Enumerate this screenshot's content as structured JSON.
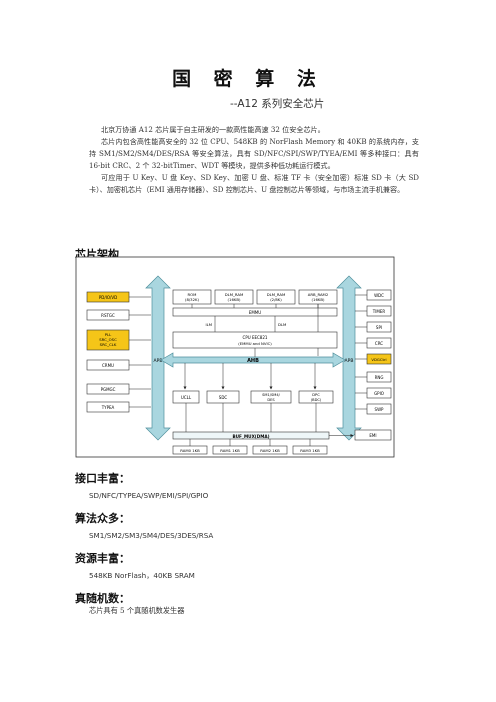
{
  "document": {
    "title": "国 密 算 法",
    "subtitle": "--A12 系列安全芯片",
    "intro_paragraphs": [
      "北京万协通 A12 芯片属于自主研发的一款高性能高速 32 位安全芯片。",
      "芯片内包含高性能高安全的 32 位 CPU、548KB 的 NorFlash Memory 和 40KB 的系统内存，支持 SM1/SM2/SM4/DES/RSA 等安全算法，具有 SD/NFC/SPI/SWP/TYEA/EMI 等多种接口：具有 16-bit CRC、2 个 32-bitTimer、WDT 等模块，提供多种低功耗运行模式。",
      "可应用于 U Key、U 盘 Key、SD Key、加密 U 盘、标准 TF 卡（安全加密）标准 SD 卡（大 SD 卡）、加密机芯片（EMI 通用存储器）、SD 控制芯片、U 盘控制芯片等领域，与市场主流手机兼容。"
    ],
    "sections": [
      {
        "heading": "芯片架构"
      },
      {
        "heading": "接口丰富：",
        "text": "SD/NFC/TYPEA/SWP/EMI/SPI/GPIO"
      },
      {
        "heading": "算法众多：",
        "text": "SM1/SM2/SM3/SM4/DES/3DES/RSA"
      },
      {
        "heading": "资源丰富：",
        "text": "548KB NorFlash，40KB SRAM"
      },
      {
        "heading": "真随机数：",
        "text": "芯片具有 5 个真随机数发生器"
      }
    ]
  },
  "diagram": {
    "left_blocks": [
      "PD/IO/VD",
      "RSTGC",
      "PLL\nSRC_OSC\nSRC_CLK",
      "CRMU",
      "PGMGC",
      "TYPEA"
    ],
    "right_blocks": [
      "WDC",
      "TIMER",
      "SPI",
      "CRC",
      "VDGCtrl",
      "RNG",
      "GPIO",
      "SWP"
    ],
    "top_blocks": [
      "ROM\n(8/32K)",
      "DLM_RAM\n(16KB)",
      "DLM_RAM\n(2/8K)",
      "ARB_RAM2\n(16KB)"
    ],
    "emmu": "EMMU",
    "ilm": "ILM",
    "dlm": "DLM",
    "cpu": "CPU EEC821\n(EMMU and NVIC)",
    "ahb": "AHB",
    "lower_blocks": [
      "UCLL",
      "SDC",
      "SM1/SM4/\nDES",
      "DPC\n(BDC)"
    ],
    "apb_left": "APB",
    "apb_right": "APB",
    "bus_mux": "BUF_MUX(DMA)",
    "emi": "EMI",
    "ram_blocks": [
      "RAM0 1KB",
      "RAM1 1KB",
      "RAM2 1KB",
      "RAM3 1KB"
    ],
    "colors": {
      "bus": "#a9d6df",
      "bus_stroke": "#4f8f9c",
      "highlight": "#f5c518",
      "block_stroke": "#333333"
    }
  }
}
